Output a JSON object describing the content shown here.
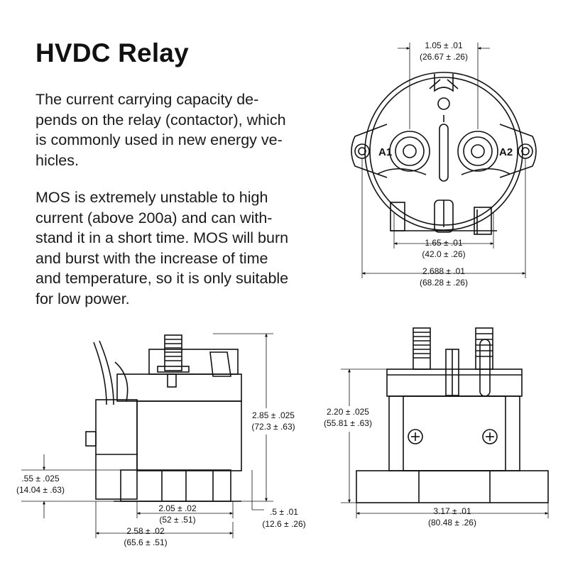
{
  "title": "HVDC Relay",
  "paragraph1": {
    "lines": [
      "The current carrying capacity de-",
      "pends on the relay (contactor), which",
      "is commonly used in new energy ve-",
      "hicles."
    ]
  },
  "paragraph2": {
    "lines": [
      "MOS is extremely unstable to high",
      "current (above 200a) and can with-",
      "stand it in a short time. MOS will burn",
      "and burst with the increase of time",
      "and temperature, so it is only suitable",
      "for low power."
    ]
  },
  "top_view": {
    "terminal_a1": "A1",
    "terminal_a2": "A2",
    "dim_terminal_spacing": [
      "1.05 ± .01",
      "(26.67 ± .26)"
    ],
    "dim_mount_spacing": [
      "1.65 ± .01",
      "(42.0 ± .26)"
    ],
    "dim_flange_width": [
      "2.688 ± .01",
      "(68.28 ± .26)"
    ]
  },
  "side_view": {
    "dim_height": [
      "2.85 ± .025",
      "(72.3 ± .63)"
    ],
    "dim_base_height": [
      ".55 ± .025",
      "(14.04 ± .63)"
    ],
    "dim_body_width": [
      "2.05 ± .02",
      "(52 ± .51)"
    ],
    "dim_base_width": [
      "2.58 ± .02",
      "(65.6 ± .51)"
    ],
    "dim_foot_height": [
      ".5 ± .01",
      "(12.6 ± .26)"
    ]
  },
  "front_view": {
    "dim_height": [
      "2.20 ± .025",
      "(55.81 ± .63)"
    ],
    "dim_base_width": [
      "3.17 ± .01",
      "(80.48 ± .26)"
    ]
  }
}
